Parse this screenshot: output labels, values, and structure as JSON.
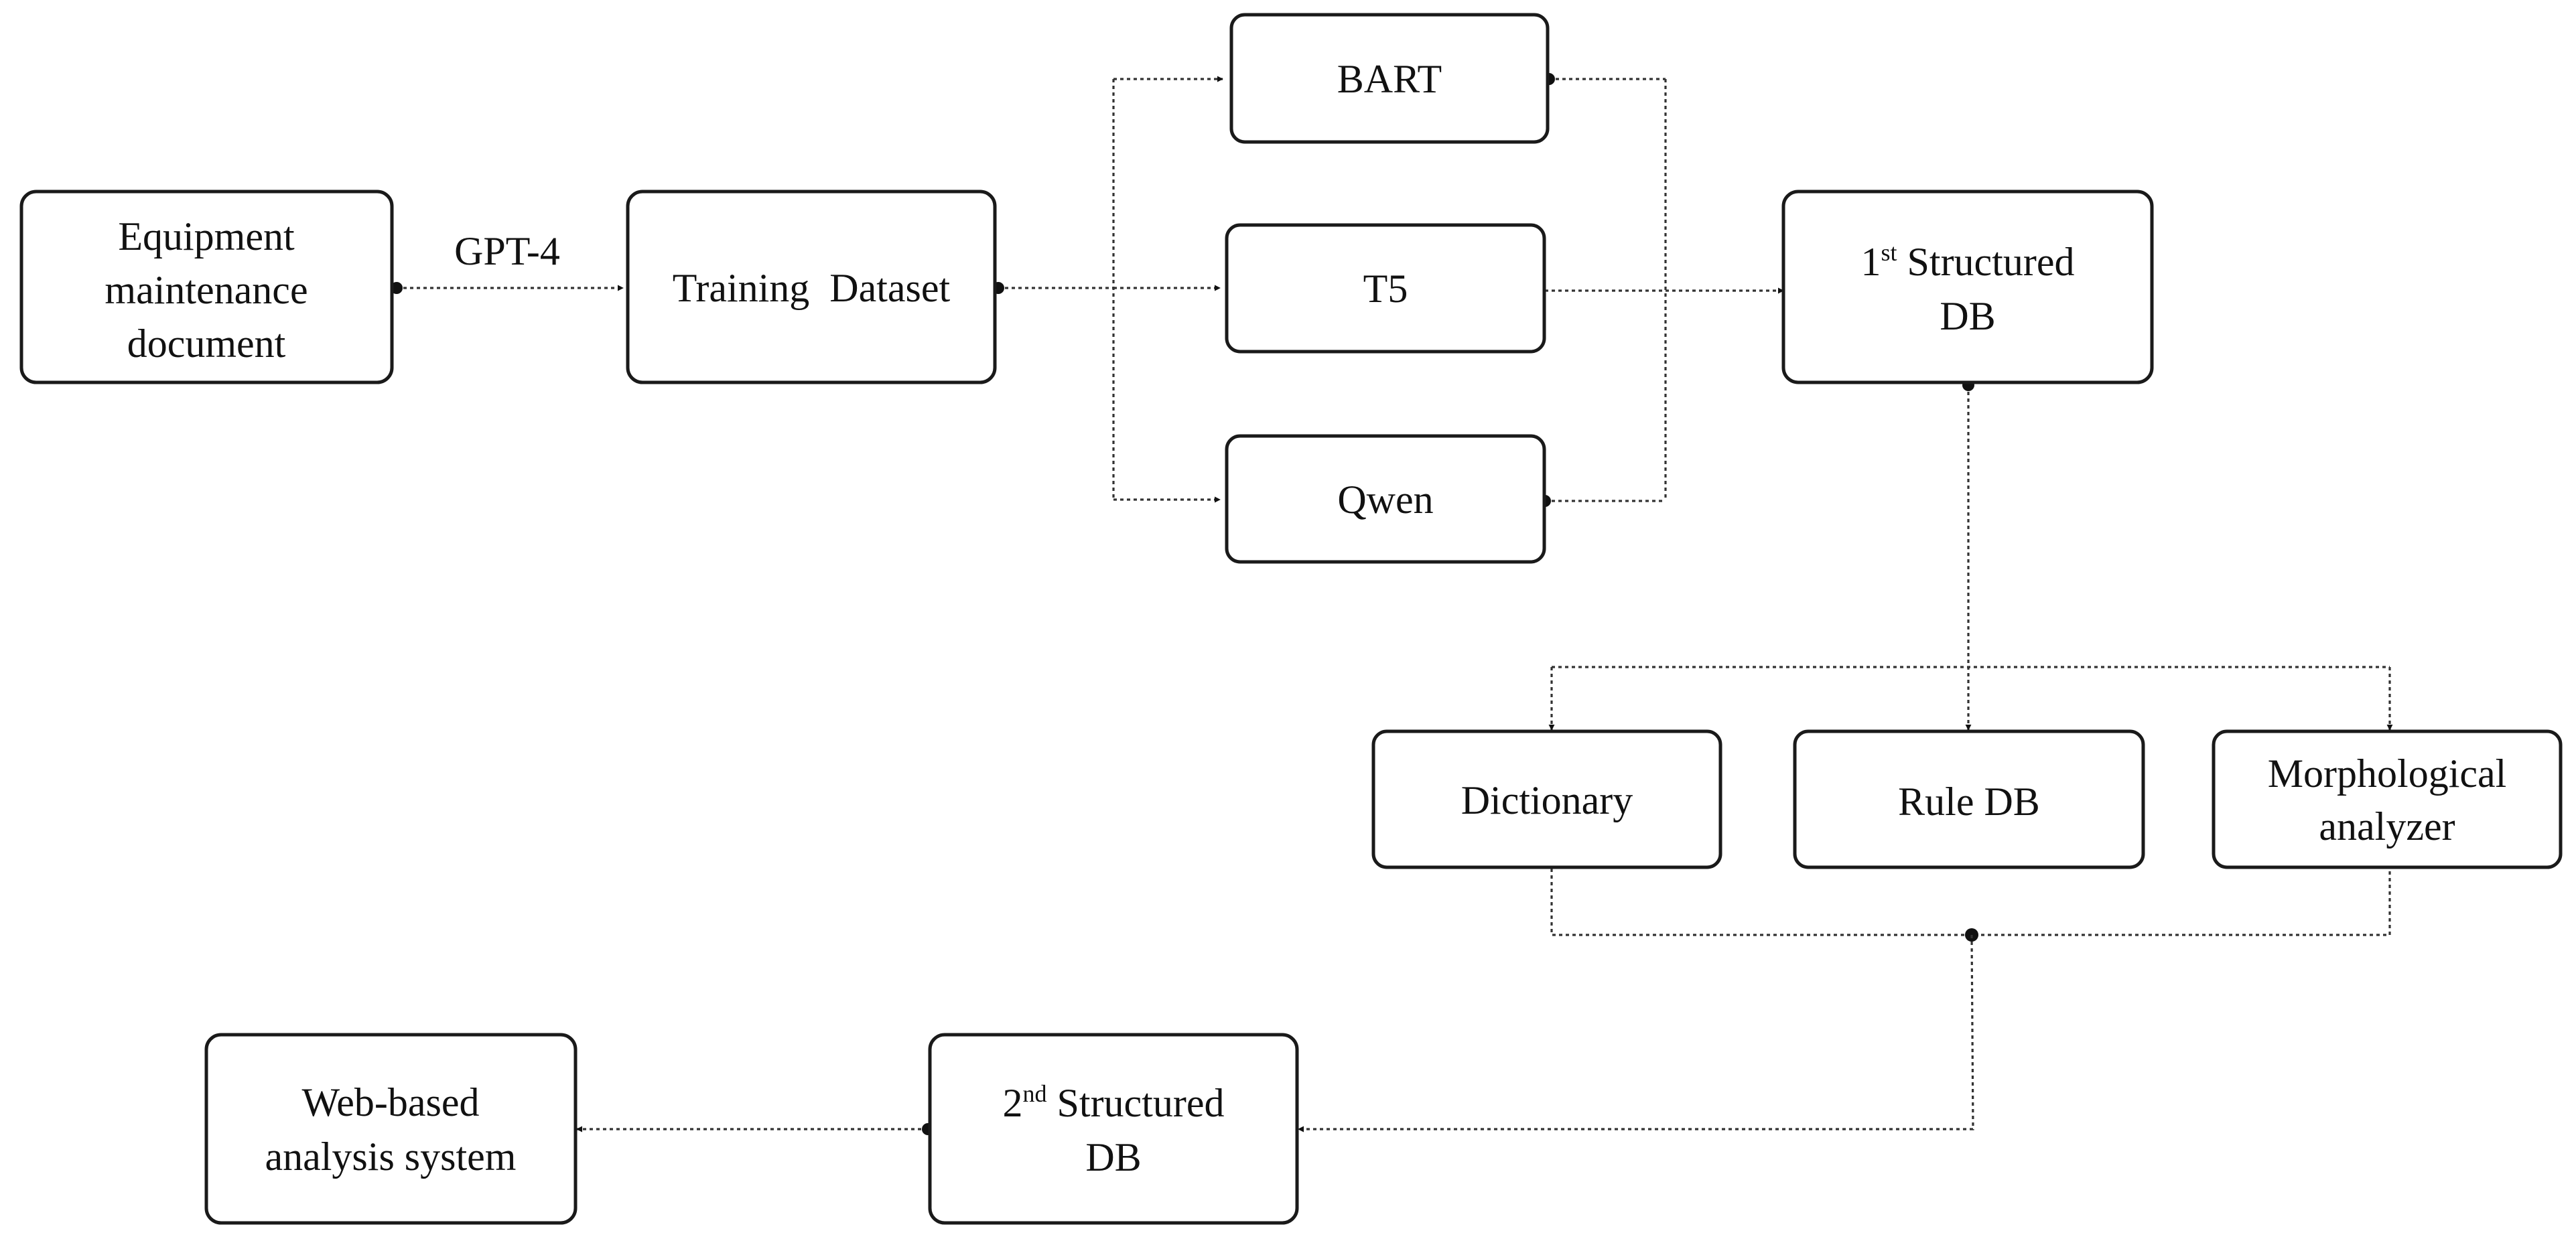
{
  "nodes": {
    "equipment_doc": {
      "lines": [
        "Equipment",
        "maintenance",
        "document"
      ]
    },
    "training_dataset": {
      "text": "Training  Dataset"
    },
    "bart": {
      "text": "BART"
    },
    "t5": {
      "text": "T5"
    },
    "qwen": {
      "text": "Qwen"
    },
    "structured_db_1": {
      "num": "1",
      "sup": "st",
      "line1": " Structured",
      "line2": "DB"
    },
    "dictionary": {
      "text": "Dictionary"
    },
    "rule_db": {
      "text": "Rule DB"
    },
    "morph_analyzer": {
      "lines": [
        "Morphological",
        "analyzer"
      ]
    },
    "structured_db_2": {
      "num": "2",
      "sup": "nd",
      "line1": " Structured",
      "line2": "DB"
    },
    "web_system": {
      "lines": [
        "Web-based",
        "analysis system"
      ]
    }
  },
  "edges": {
    "gpt4_label": "GPT-4"
  },
  "colors": {
    "stroke": "#1a1a1a",
    "connector": "#333333",
    "background": "#ffffff"
  }
}
